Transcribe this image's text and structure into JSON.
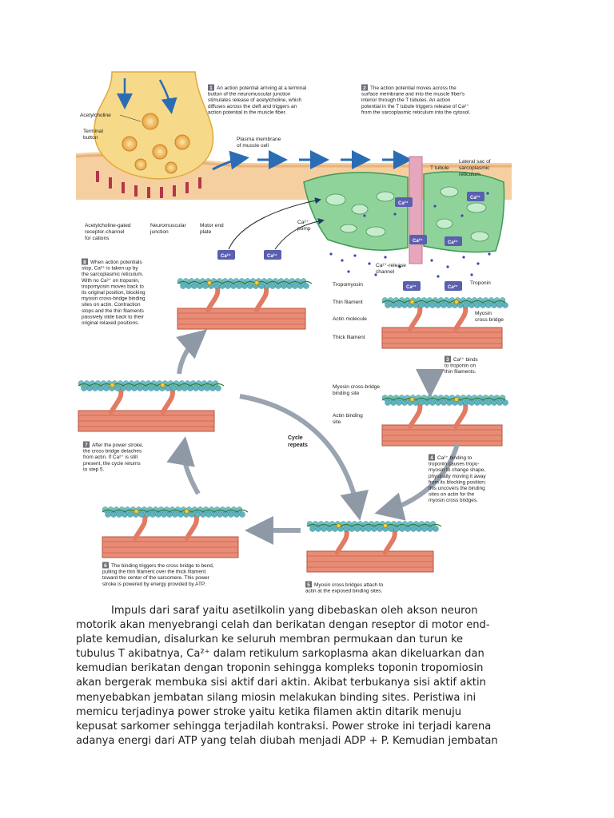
{
  "labels": {
    "acetylcholine": "Acetylcholine",
    "terminal_button": [
      "Terminal",
      "button"
    ],
    "plasma_membrane": [
      "Plasma membrane",
      "of muscle cell"
    ],
    "t_tubule": "T tubule",
    "lateral_sac": [
      "Lateral sac of",
      "sarcoplasmic",
      "reticulum"
    ],
    "ach_receptor": [
      "Acetylcholine-gated",
      "receptor-channel",
      "for cations"
    ],
    "nm_junction": [
      "Neuromuscular",
      "junction"
    ],
    "motor_end_plate": [
      "Motor end",
      "plate"
    ],
    "ca_pump": [
      "Ca²⁺",
      "pump"
    ],
    "ca_release": [
      "Ca²⁺-release",
      "channel"
    ],
    "tropomyosin": "Tropomyosin",
    "troponin": "Troponin",
    "thin_filament": "Thin filament",
    "actin_molecule": "Actin molecule",
    "myosin_cross_bridge": [
      "Myosin",
      "cross bridge"
    ],
    "thick_filament": "Thick filament",
    "myosin_binding_site": [
      "Myosin cross-bridge",
      "binding site"
    ],
    "actin_binding_site": [
      "Actin binding",
      "site"
    ],
    "cycle_repeats": [
      "Cycle",
      "repeats"
    ],
    "ca_ion": "Ca²⁺"
  },
  "steps": [
    {
      "num": "1",
      "lines": [
        "An action potential arriving at a terminal",
        "button of the neuromuscular junction",
        "stimulates release of acetylcholine, which",
        "diffuses across the cleft and triggers an",
        "action potential in the muscle fiber."
      ]
    },
    {
      "num": "2",
      "lines": [
        "The action potential moves across the",
        "surface membrane and into the muscle fiber's",
        "interior through the T tubules. An action",
        "potential in the T tubule triggers release of Ca²⁺",
        "from the sarcoplasmic reticulum into the cytosol."
      ]
    },
    {
      "num": "3",
      "lines": [
        "Ca²⁺ binds",
        "to troponin on",
        "thin filaments."
      ]
    },
    {
      "num": "4",
      "lines": [
        "Ca²⁺ binding to",
        "troponin causes tropo-",
        "myosin to change shape,",
        "physically moving it away",
        "from its blocking position;",
        "this uncovers the binding",
        "sites on actin for the",
        "myosin cross bridges."
      ]
    },
    {
      "num": "5",
      "lines": [
        "Myosin cross bridges attach to",
        "actin at the exposed binding sites."
      ]
    },
    {
      "num": "6",
      "lines": [
        "The binding triggers the cross bridge to bend,",
        "pulling the thin filament over the thick filament",
        "toward the center of the sarcomere. This power",
        "stroke is powered by energy provided by ATP."
      ]
    },
    {
      "num": "7",
      "lines": [
        "After the power stroke,",
        "the cross bridge detaches",
        "from actin. If Ca²⁺ is still",
        "present, the cycle returns",
        "to step 5."
      ]
    },
    {
      "num": "8",
      "lines": [
        "When action potentials",
        "stop, Ca²⁺ is taken up by",
        "the sarcoplasmic reticulum.",
        "With no Ca²⁺ on troponin,",
        "tropomyosin moves back to",
        "its original position, blocking",
        "myosin cross-bridge binding",
        "sites on actin. Contraction",
        "stops and the thin filaments",
        "passively slide back to their",
        "original relaxed positions."
      ]
    }
  ],
  "paragraph": [
    {
      "text": "Impuls dari saraf yaitu asetilkolin yang dibebaskan oleh akson neuron",
      "indent": true
    },
    {
      "text": "motorik akan menyebrangi celah dan berikatan dengan reseptor di motor end-"
    },
    {
      "text": "plate  kemudian, disalurkan ke seluruh membran permukaan dan turun ke"
    },
    {
      "text": "tubulus T akibatnya, Ca²⁺ dalam retikulum sarkoplasma akan dikeluarkan dan"
    },
    {
      "text": "kemudian berikatan dengan troponin sehingga kompleks toponin tropomiosin"
    },
    {
      "text": "akan bergerak membuka sisi aktif dari aktin. Akibat terbukanya sisi aktif aktin"
    },
    {
      "text": "menyebabkan jembatan silang miosin melakukan binding sites. Peristiwa ini"
    },
    {
      "text": "memicu terjadinya power stroke yaitu ketika filamen aktin ditarik menuju"
    },
    {
      "text": "kepusat sarkomer sehingga terjadilah kontraksi. Power stroke ini terjadi karena"
    },
    {
      "text": "adanya energi dari ATP yang telah diubah menjadi ADP + P. Kemudian jembatan"
    }
  ],
  "colors": {
    "neuron": "#f7d98a",
    "membrane": "#f3c693",
    "reticulum": "#8fd39b",
    "actin": "#6fc0c8",
    "myosin": "#e98c76",
    "ion": "#5a5fb0",
    "arrow": "#2a6db5",
    "cycle_arrow": "#9aa4b0",
    "step_badge": "#6b6f78"
  }
}
